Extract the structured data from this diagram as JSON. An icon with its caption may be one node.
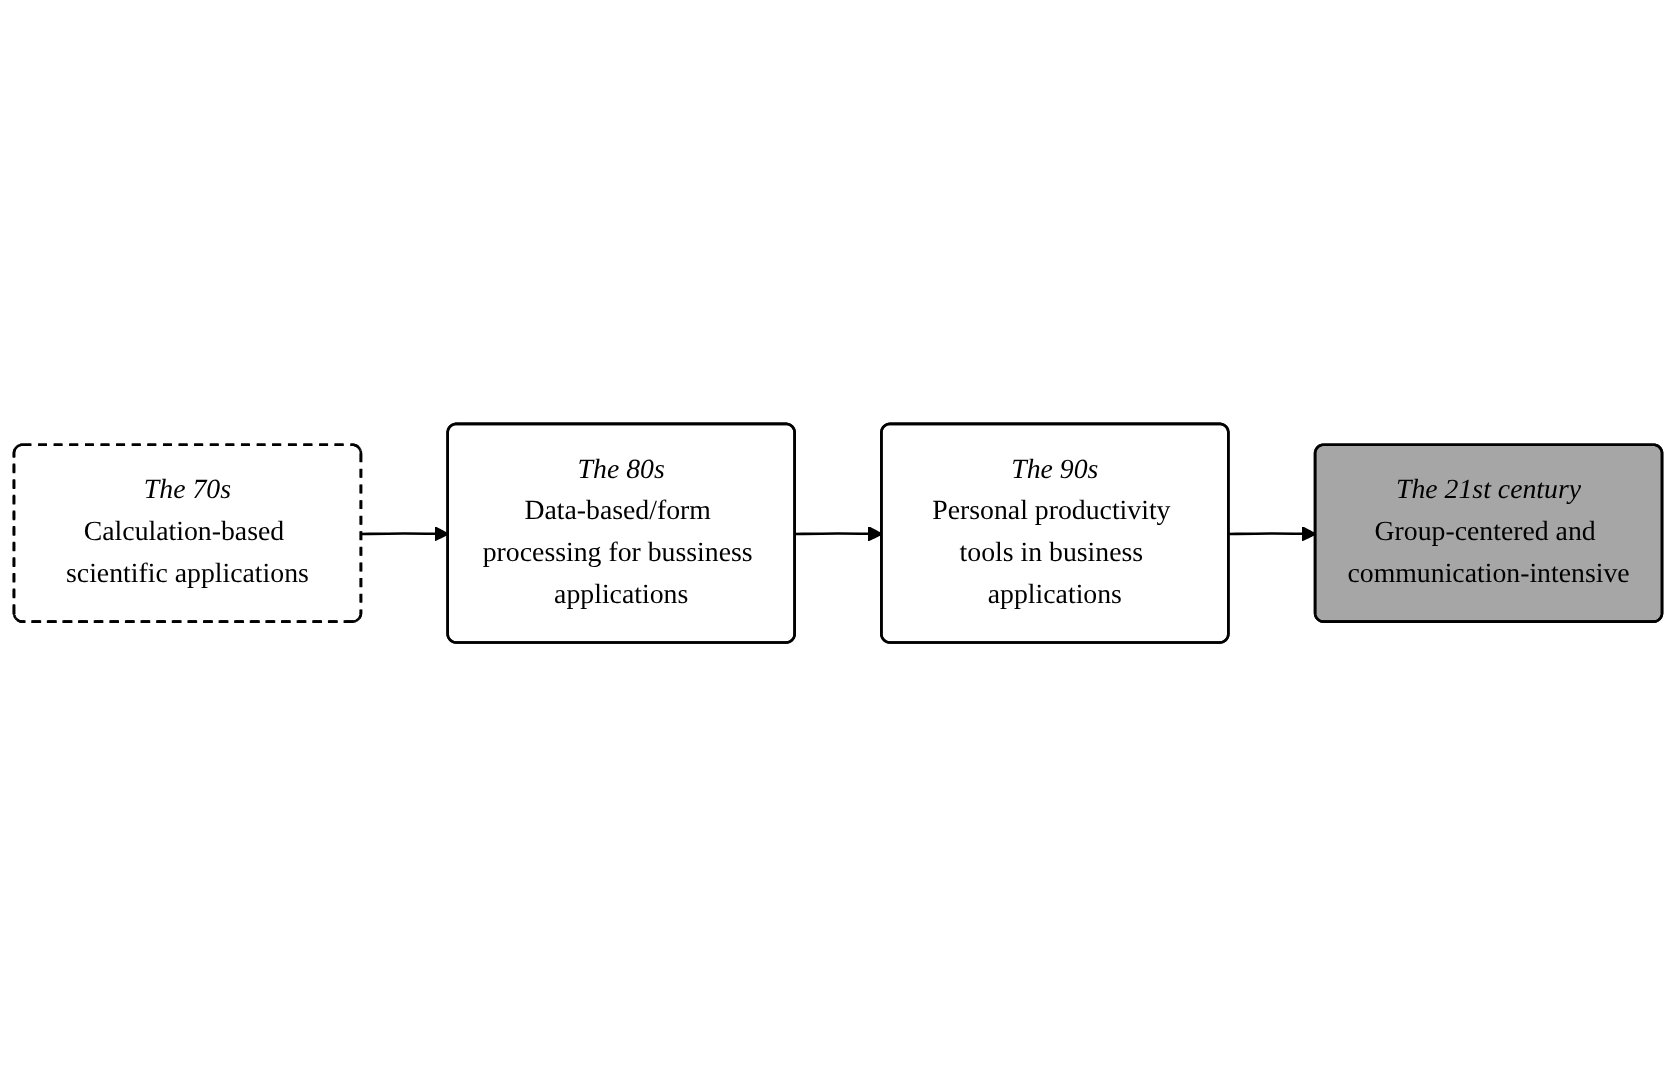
{
  "diagram": {
    "nodes": [
      {
        "text": [
          "The 70s",
          "Calculation-based scientific applications"
        ]
      },
      {
        "text": [
          "The 80s",
          "Data-based/form processing for bussiness applications"
        ]
      },
      {
        "text": [
          "The 90s",
          "Personal productivity tools in business applications"
        ]
      },
      {
        "text": [
          "The 21st century",
          "Group-centered and communication-intensive"
        ]
      }
    ],
    "edges": [
      {
        "from": 0,
        "to": 1,
        "arrow": "to"
      },
      {
        "from": 1,
        "to": 2,
        "arrow": "to"
      },
      {
        "from": 2,
        "to": 3,
        "arrow": "to"
      }
    ]
  }
}
